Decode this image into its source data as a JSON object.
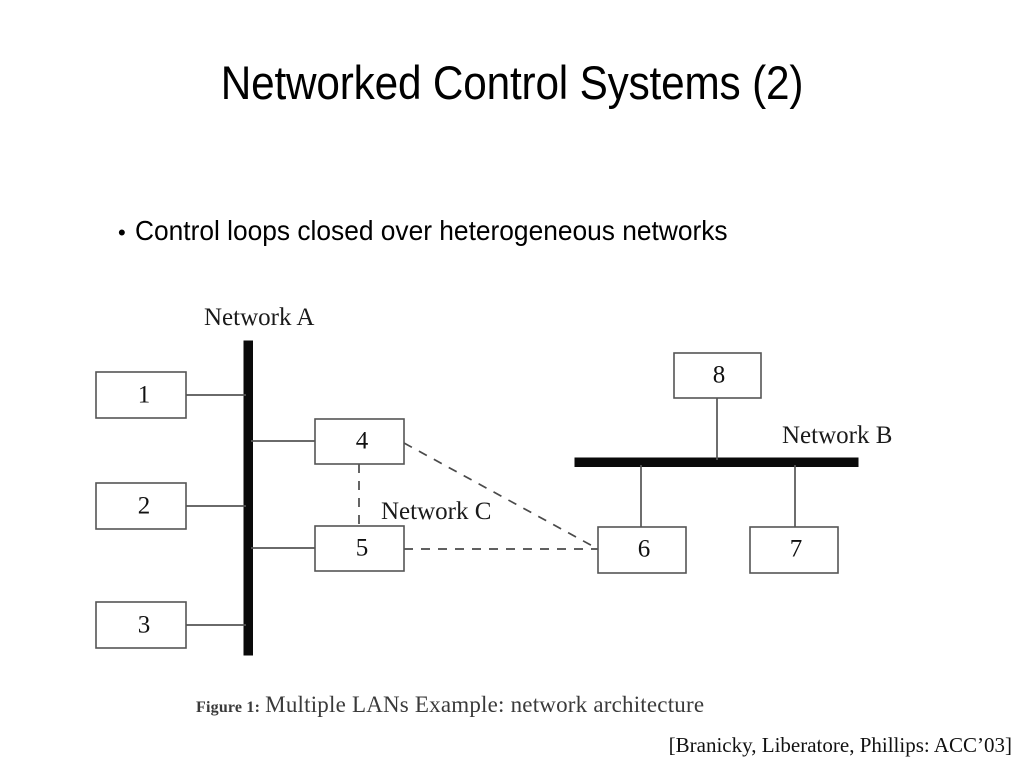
{
  "slide": {
    "title": "Networked Control Systems (2)",
    "background_color": "#ffffff",
    "text_color": "#000000"
  },
  "bullets": [
    {
      "marker": "•",
      "text": "Control loops closed over heterogeneous networks"
    }
  ],
  "figure": {
    "caption_number": "Figure 1:",
    "caption_text": "Multiple LANs Example: network architecture",
    "network_labels": {
      "a": "Network A",
      "b": "Network B",
      "c": "Network C"
    },
    "nodes": [
      {
        "id": "1",
        "label": "1",
        "network": "A",
        "side": "left"
      },
      {
        "id": "2",
        "label": "2",
        "network": "A",
        "side": "left"
      },
      {
        "id": "3",
        "label": "3",
        "network": "A",
        "side": "left"
      },
      {
        "id": "4",
        "label": "4",
        "network": "A",
        "side": "right"
      },
      {
        "id": "5",
        "label": "5",
        "network": "A",
        "side": "right"
      },
      {
        "id": "6",
        "label": "6",
        "network": "B",
        "side": "below"
      },
      {
        "id": "7",
        "label": "7",
        "network": "B",
        "side": "below"
      },
      {
        "id": "8",
        "label": "8",
        "network": "B",
        "side": "above"
      }
    ],
    "links": [
      {
        "from": "1",
        "to": "A",
        "style": "solid"
      },
      {
        "from": "2",
        "to": "A",
        "style": "solid"
      },
      {
        "from": "3",
        "to": "A",
        "style": "solid"
      },
      {
        "from": "4",
        "to": "A",
        "style": "solid"
      },
      {
        "from": "5",
        "to": "A",
        "style": "solid"
      },
      {
        "from": "8",
        "to": "B",
        "style": "solid"
      },
      {
        "from": "6",
        "to": "B",
        "style": "solid"
      },
      {
        "from": "7",
        "to": "B",
        "style": "solid"
      },
      {
        "from": "4",
        "to": "5",
        "style": "dashed",
        "network": "C"
      },
      {
        "from": "4",
        "to": "6",
        "style": "dashed",
        "network": "C"
      },
      {
        "from": "5",
        "to": "6",
        "style": "dashed",
        "network": "C"
      }
    ],
    "colors": {
      "bus": "#0a0a0a",
      "box_stroke": "#555555",
      "box_fill": "#ffffff",
      "link": "#4a4a4a"
    }
  },
  "citation": "[Branicky, Liberatore, Phillips: ACC’03]"
}
